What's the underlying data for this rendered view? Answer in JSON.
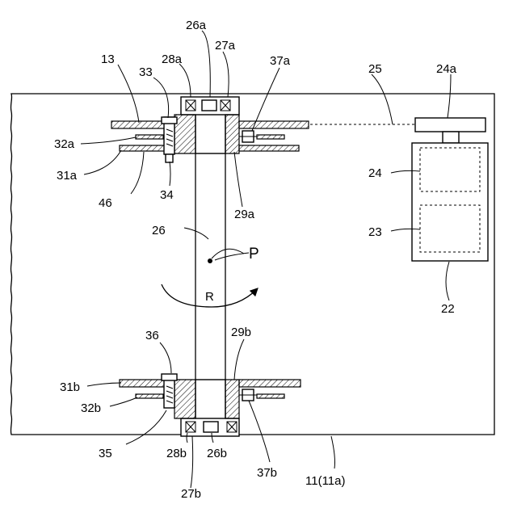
{
  "labels": {
    "l13": "13",
    "l26a": "26a",
    "l28a": "28a",
    "l27a": "27a",
    "l33": "33",
    "l37a": "37a",
    "l25": "25",
    "l24a": "24a",
    "l32a": "32a",
    "l31a": "31a",
    "l46": "46",
    "l34": "34",
    "l29a": "29a",
    "l24": "24",
    "l26": "26",
    "l23": "23",
    "lP": "P",
    "lR": "R",
    "l22": "22",
    "l36": "36",
    "l29b": "29b",
    "l31b": "31b",
    "l32b": "32b",
    "l35": "35",
    "l28b": "28b",
    "l26b": "26b",
    "l37b": "37b",
    "l27b": "27b",
    "l11": "11(11a)"
  }
}
